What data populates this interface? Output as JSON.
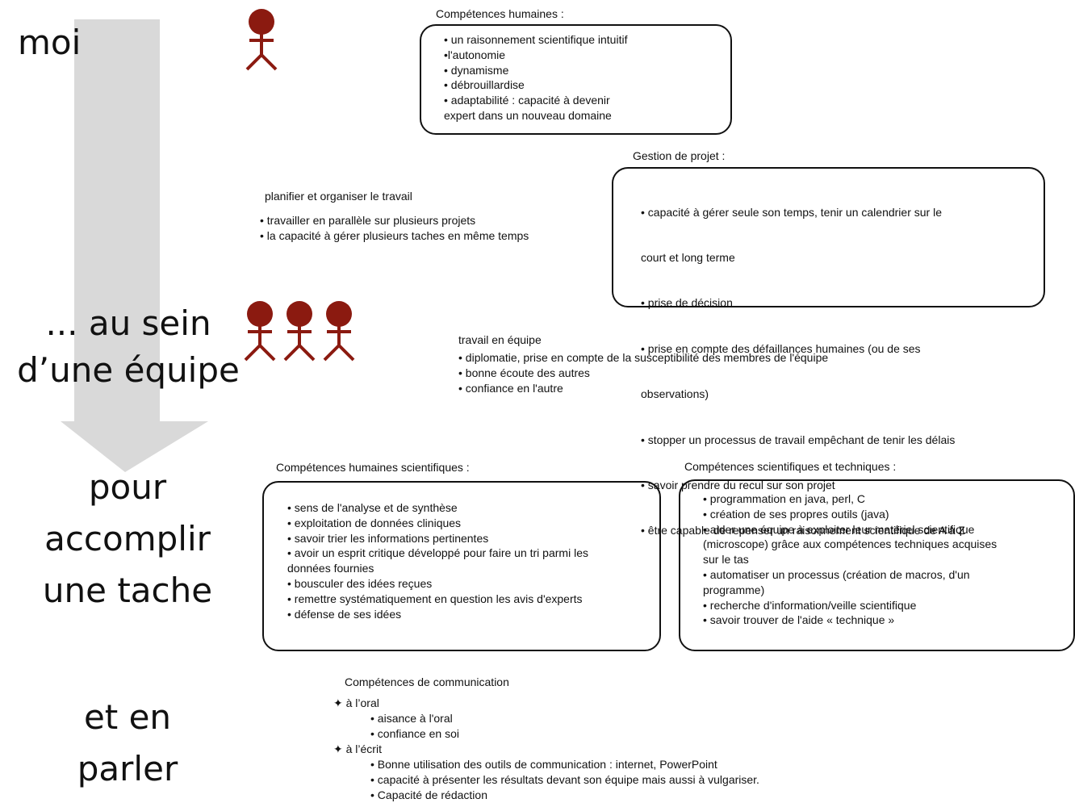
{
  "left_labels": {
    "moi": "moi",
    "equipe_line1": "... au sein",
    "equipe_line2": "d’une équipe",
    "tache_line1": "pour",
    "tache_line2": "accomplir",
    "tache_line3": "une tache",
    "parler_line1": "et en",
    "parler_line2": "parler"
  },
  "colors": {
    "figure": "#8b1a10",
    "arrow": "#d9d9d9"
  },
  "human_skills": {
    "title": "Compétences humaines :",
    "items": [
      "• un raisonnement scientifique intuitif",
      "•l'autonomie",
      "• dynamisme",
      "• débrouillardise",
      "• adaptabilité : capacité à devenir",
      "expert dans un nouveau domaine"
    ]
  },
  "project": {
    "title": "Gestion de projet :",
    "items": [
      "• capacité à gérer seule son temps, tenir un calendrier sur le",
      "   court et long terme",
      "• prise de décision",
      "• prise en compte des défaillances humaines (ou de ses",
      "observations)",
      "• stopper un processus de travail empêchant de tenir les délais",
      "• savoir prendre du recul sur son projet",
      "• être capable de repenser un raisonnement scientifique de A à Z"
    ]
  },
  "plan": {
    "title": "planifier et organiser le travail",
    "items": [
      "• travailler en parallèle sur plusieurs projets",
      "• la capacité à gérer plusieurs taches en même temps"
    ]
  },
  "teamwork": {
    "title": "travail en équipe",
    "items": [
      "• diplomatie, prise en compte de la susceptibilité des membres de l'équipe",
      "• bonne écoute des autres",
      "• confiance en l'autre"
    ]
  },
  "sci_human": {
    "title": "Compétences humaines scientifiques :",
    "items": [
      "• sens de l'analyse et de synthèse",
      "• exploitation de données cliniques",
      "• savoir trier les informations pertinentes",
      "• avoir un esprit critique développé pour faire un tri parmi les",
      "données fournies",
      "• bousculer des idées reçues",
      "• remettre systématiquement en question les avis d'experts",
      "• défense de ses idées"
    ]
  },
  "sci_tech": {
    "title": "Compétences scientifiques et techniques :",
    "items": [
      "• programmation en java, perl, C",
      "• création de ses propres outils (java)",
      "• aider une équipe à exploiter leur matériel scientifique",
      "(microscope) grâce aux compétences techniques acquises",
      "sur le tas",
      "• automatiser un processus (création de macros, d'un",
      "programme)",
      "• recherche d'information/veille scientifique",
      "• savoir trouver de l'aide « technique »"
    ]
  },
  "communication": {
    "title": "Compétences de communication",
    "oral_label": "✦ à l’oral",
    "oral_items": [
      "• aisance à l'oral",
      "• confiance en soi"
    ],
    "written_label": "✦ à l’écrit",
    "written_items": [
      "• Bonne utilisation des outils de communication : internet, PowerPoint",
      "• capacité à présenter les résultats devant son équipe mais aussi à vulgariser.",
      "• Capacité de rédaction"
    ]
  }
}
